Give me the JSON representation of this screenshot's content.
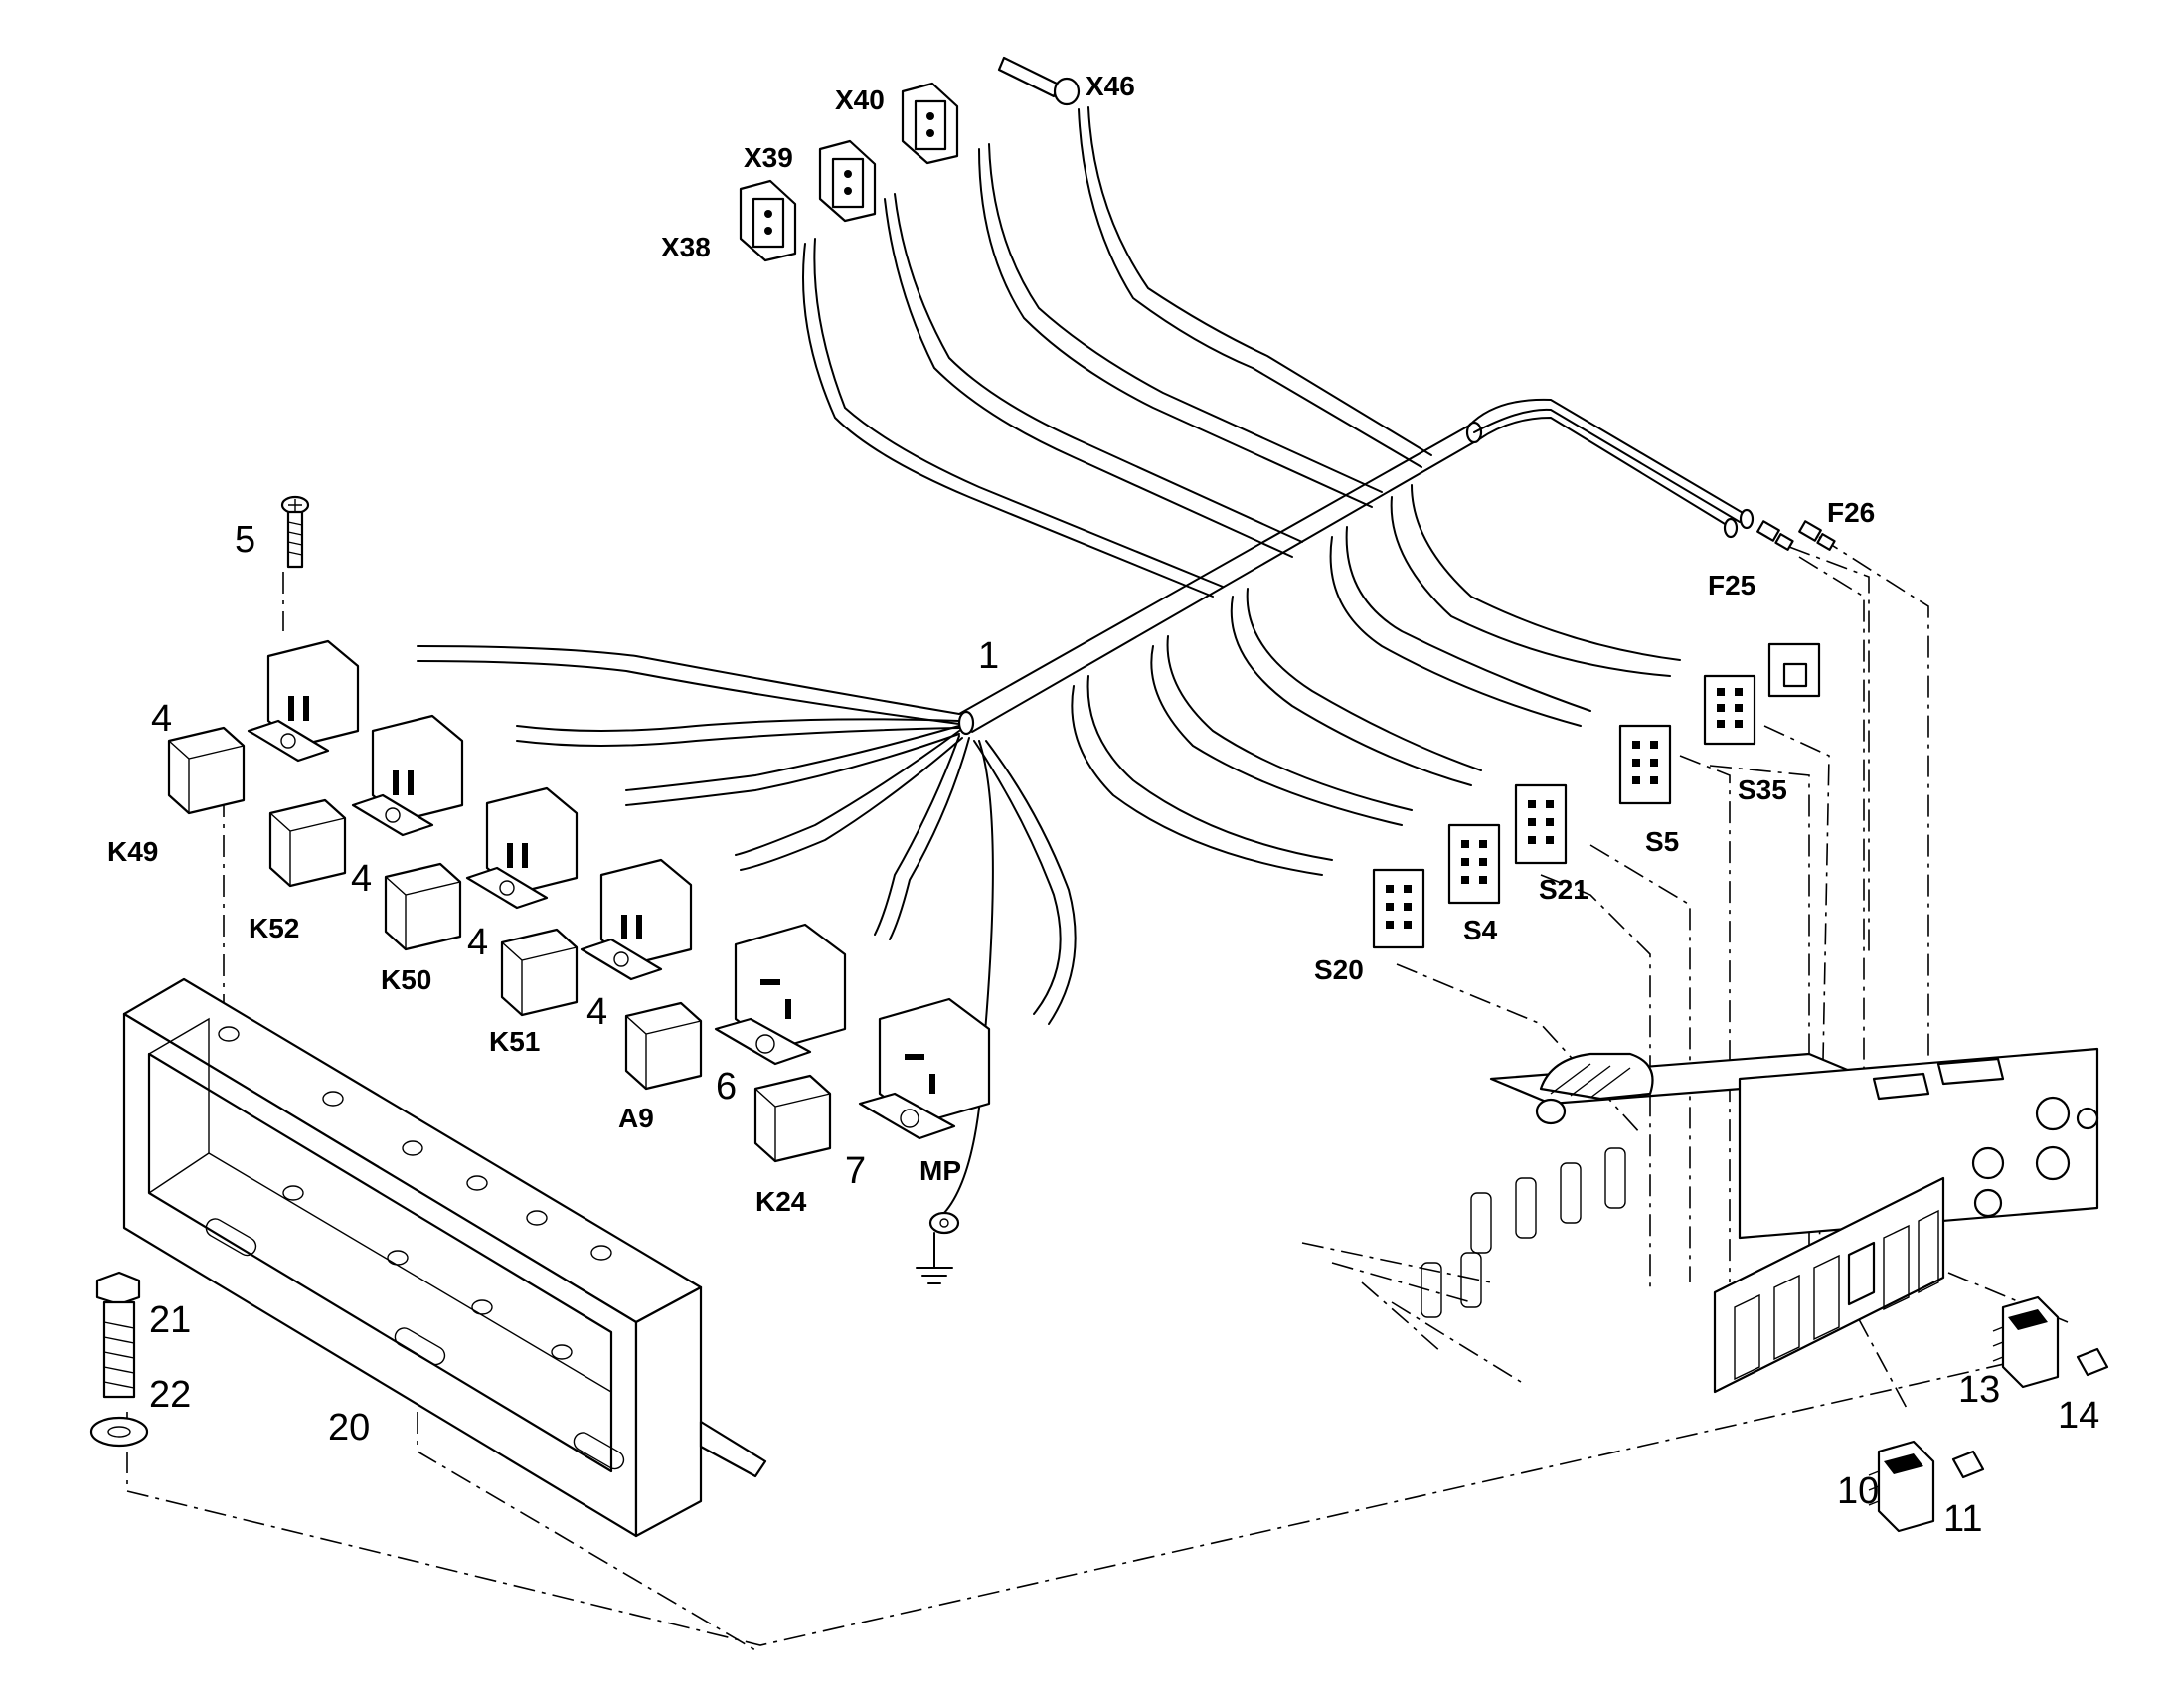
{
  "callouts": {
    "main_harness": "1",
    "screw": "5",
    "relay_qty_a": "4",
    "relay_qty_b": "4",
    "relay_qty_c": "4",
    "relay_qty_d": "4",
    "module": "6",
    "relay_k24": "7",
    "switch_10": "10",
    "cover_11": "11",
    "switch_13": "13",
    "cover_14": "14",
    "bracket": "20",
    "bolt": "21",
    "washer": "22"
  },
  "connectors": {
    "x38": "X38",
    "x39": "X39",
    "x40": "X40",
    "x46": "X46",
    "f25": "F25",
    "f26": "F26",
    "s35": "S35",
    "s5": "S5",
    "s21": "S21",
    "s4": "S4",
    "s20": "S20",
    "mp": "MP"
  },
  "relays": {
    "k49": "K49",
    "k52": "K52",
    "k50": "K50",
    "k51": "K51",
    "a9": "A9",
    "k24": "K24"
  },
  "icons": [
    "relay-icon",
    "relay-socket-icon",
    "connector-icon",
    "ground-symbol-icon",
    "rocker-switch-icon",
    "screw-icon",
    "bolt-icon",
    "washer-icon"
  ]
}
